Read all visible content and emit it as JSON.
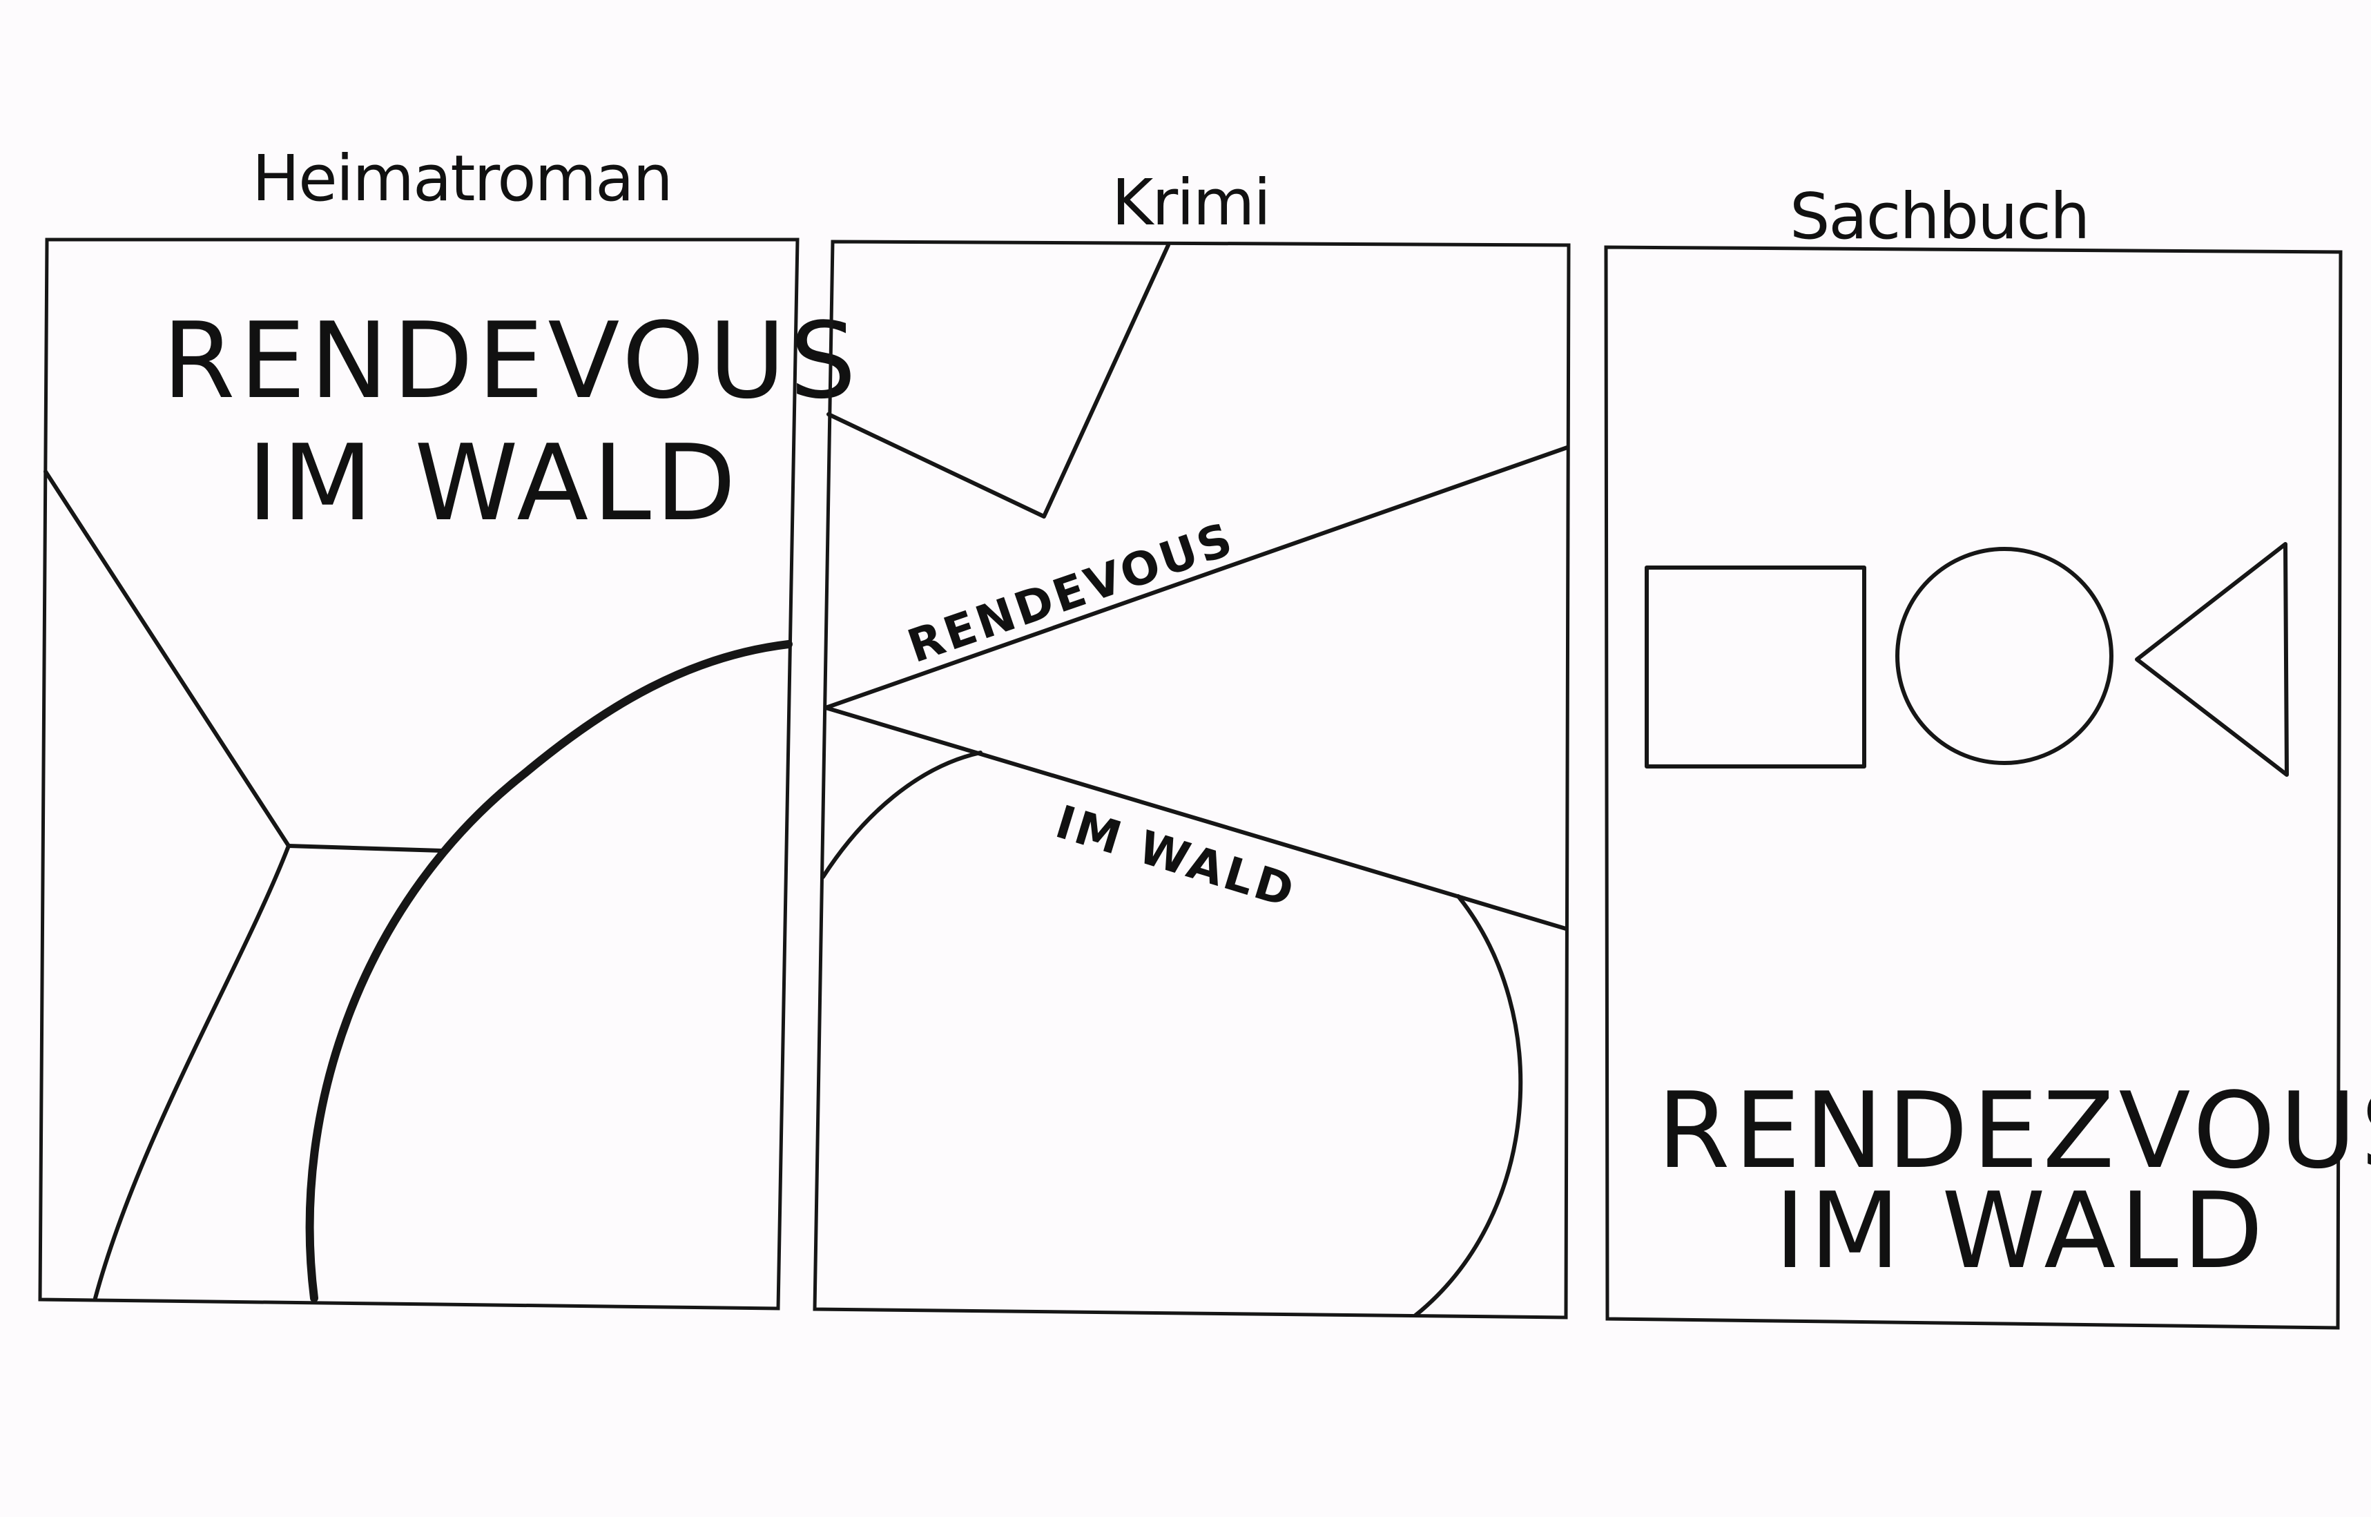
{
  "covers": [
    {
      "genre": "Heimatroman",
      "title_line1": "RENDEVOUS",
      "title_line2": "IM WALD"
    },
    {
      "genre": "Krimi",
      "title_line1": "RENDEVOUS",
      "title_line2": "IM WALD"
    },
    {
      "genre": "Sachbuch",
      "title_line1": "RENDEZVOUS",
      "title_line2": "IM WALD",
      "shapes": [
        "square",
        "circle",
        "triangle"
      ]
    }
  ]
}
